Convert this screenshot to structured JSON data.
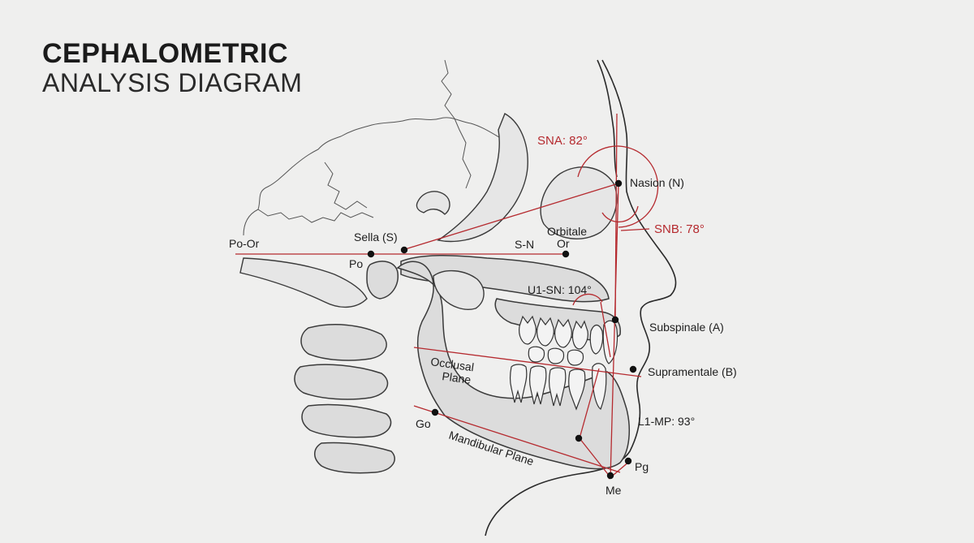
{
  "title": {
    "main": "CEPHALOMETRIC",
    "sub": "ANALYSIS DIAGRAM"
  },
  "landmarks": {
    "nasion": "Nasion (N)",
    "sella": "Sella (S)",
    "orbitale": "Orbitale",
    "or": "Or",
    "po": "Po",
    "subspinale": "Subspinale (A)",
    "supramentale": "Supramentale (B)",
    "go": "Go",
    "pg": "Pg",
    "me": "Me"
  },
  "lines": {
    "po_or": "Po-Or",
    "s_n": "S-N",
    "occlusal_1": "Occlusal",
    "occlusal_2": "Plane",
    "mandibular": "Mandibular Plane"
  },
  "angles": {
    "sna": "SNA: 82°",
    "snb": "SNB: 78°",
    "u1_sn": "U1-SN: 104°",
    "l1_mp": "L1-MP: 93°"
  },
  "colors": {
    "accent": "#b52a2f",
    "ink": "#1e1e1e",
    "background": "#efefee"
  }
}
